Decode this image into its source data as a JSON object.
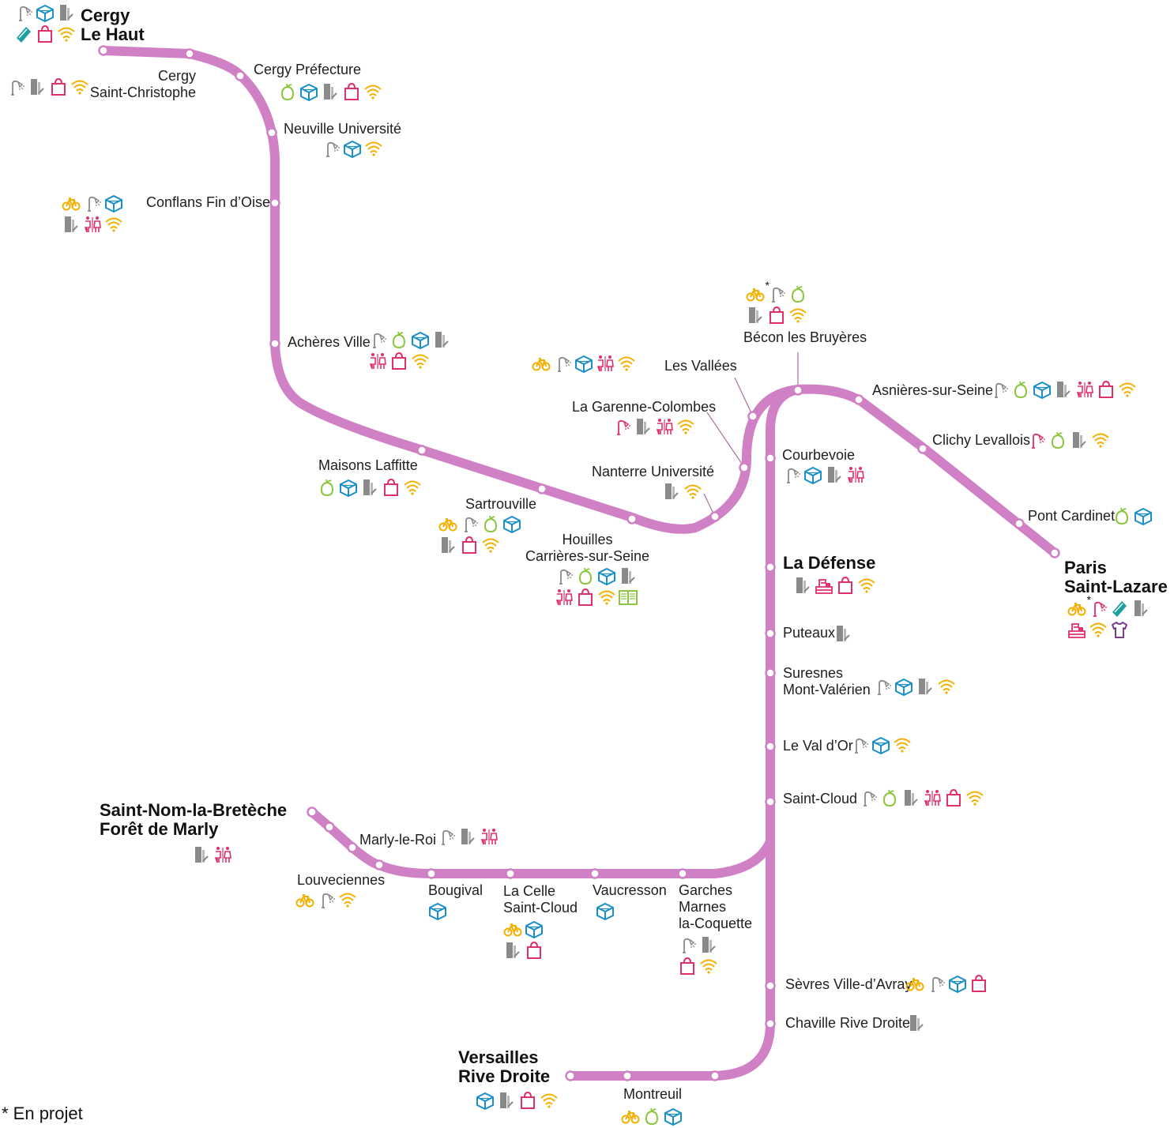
{
  "colors": {
    "line": "#d080c4",
    "bike": "#f4b000",
    "grey": "#8a8a8a",
    "blue": "#1a8fc8",
    "green": "#8cc63e",
    "pink": "#e0306a",
    "wifi": "#f4b000",
    "teal": "#1aa0a0",
    "purple": "#7a3d8c",
    "red": "#e0306a"
  },
  "footnote": "* En projet",
  "stations": [
    {
      "id": "cergy-le-haut",
      "name": "Cergy\nLe Haut",
      "major": true,
      "icons": [
        [
          "lamp",
          "box",
          "ticket"
        ],
        [
          "card",
          "bag",
          "wifi"
        ]
      ]
    },
    {
      "id": "cergy-saint-christophe",
      "name": "Cergy\nSaint-Christophe",
      "major": false,
      "icons": [
        [
          "lamp",
          "ticket",
          "bag",
          "wifi"
        ]
      ]
    },
    {
      "id": "cergy-prefecture",
      "name": "Cergy Préfecture",
      "major": false,
      "icons": [
        [
          "veg",
          "box",
          "ticket",
          "bag",
          "wifi"
        ]
      ]
    },
    {
      "id": "neuville-universite",
      "name": "Neuville Université",
      "major": false,
      "icons": [
        [
          "lamp",
          "box",
          "wifi"
        ]
      ]
    },
    {
      "id": "conflans-fin-d-oise",
      "name": "Conflans Fin d’Oise",
      "major": false,
      "icons": [
        [
          "bike",
          "lamp",
          "box"
        ],
        [
          "ticket",
          "wc",
          "wifi"
        ]
      ]
    },
    {
      "id": "acheres-ville",
      "name": "Achères Ville",
      "major": false,
      "icons": [
        [
          "lamp",
          "veg",
          "box",
          "ticket"
        ],
        [
          "wc",
          "bag",
          "wifi"
        ]
      ]
    },
    {
      "id": "maisons-laffitte",
      "name": "Maisons Laffitte",
      "major": false,
      "icons": [
        [
          "veg",
          "box",
          "ticket",
          "bag",
          "wifi"
        ]
      ]
    },
    {
      "id": "sartrouville",
      "name": "Sartrouville",
      "major": false,
      "icons": [
        [
          "bike",
          "lamp",
          "veg",
          "box"
        ],
        [
          "ticket",
          "bag",
          "wifi"
        ]
      ]
    },
    {
      "id": "houilles-carrieres",
      "name": "Houilles\nCarrières-sur-Seine",
      "major": false,
      "icons": [
        [
          "lamp",
          "veg",
          "box",
          "ticket"
        ],
        [
          "wc",
          "bag",
          "wifi",
          "book"
        ]
      ]
    },
    {
      "id": "nanterre-universite",
      "name": "Nanterre Université",
      "major": false,
      "icons": [
        [
          "ticket",
          "wifi"
        ]
      ]
    },
    {
      "id": "la-garenne-colombes",
      "name": "La Garenne-Colombes",
      "major": false,
      "icons": [
        [
          "lamp-red",
          "ticket",
          "wc",
          "wifi"
        ]
      ]
    },
    {
      "id": "les-vallees",
      "name": "Les Vallées",
      "major": false,
      "icons": [
        [
          "bike",
          "lamp",
          "box",
          "wc",
          "wifi"
        ]
      ]
    },
    {
      "id": "becon-les-bruyeres",
      "name": "Bécon les Bruyères",
      "major": false,
      "icons": [
        [
          "bike*",
          "lamp",
          "veg"
        ],
        [
          "ticket",
          "bag",
          "wifi"
        ]
      ]
    },
    {
      "id": "asnieres-sur-seine",
      "name": "Asnières-sur-Seine",
      "major": false,
      "icons": [
        [
          "lamp",
          "veg",
          "box",
          "ticket",
          "wc",
          "bag",
          "wifi"
        ]
      ]
    },
    {
      "id": "clichy-levallois",
      "name": "Clichy Levallois",
      "major": false,
      "icons": [
        [
          "lamp-red",
          "veg",
          "ticket",
          "wifi"
        ]
      ]
    },
    {
      "id": "pont-cardinet",
      "name": "Pont Cardinet",
      "major": false,
      "icons": [
        [
          "veg",
          "box"
        ]
      ]
    },
    {
      "id": "paris-saint-lazare",
      "name": "Paris\nSaint-Lazare",
      "major": true,
      "icons": [
        [
          "bike*",
          "lamp-red",
          "card",
          "ticket"
        ],
        [
          "shop",
          "wifi",
          "shirt"
        ]
      ]
    },
    {
      "id": "courbevoie",
      "name": "Courbevoie",
      "major": false,
      "icons": [
        [
          "lamp",
          "box",
          "ticket",
          "wc"
        ]
      ]
    },
    {
      "id": "la-defense",
      "name": "La Défense",
      "major": true,
      "icons": [
        [
          "ticket",
          "shop",
          "bag",
          "wifi"
        ]
      ]
    },
    {
      "id": "puteaux",
      "name": "Puteaux",
      "major": false,
      "icons": [
        [
          "ticket"
        ]
      ]
    },
    {
      "id": "suresnes",
      "name": "Suresnes\nMont-Valérien",
      "major": false,
      "icons": [
        [
          "lamp",
          "box",
          "ticket",
          "wifi"
        ]
      ]
    },
    {
      "id": "le-val-d-or",
      "name": "Le Val d’Or",
      "major": false,
      "icons": [
        [
          "lamp",
          "box",
          "wifi"
        ]
      ]
    },
    {
      "id": "saint-cloud",
      "name": "Saint-Cloud",
      "major": false,
      "icons": [
        [
          "lamp",
          "veg",
          "ticket",
          "wc",
          "bag",
          "wifi"
        ]
      ]
    },
    {
      "id": "saint-nom",
      "name": "Saint-Nom-la-Bretèche\nForêt de Marly",
      "major": true,
      "icons": [
        [
          "ticket",
          "wc"
        ]
      ]
    },
    {
      "id": "marly-le-roi",
      "name": "Marly-le-Roi",
      "major": false,
      "icons": [
        [
          "lamp",
          "ticket",
          "wc"
        ]
      ]
    },
    {
      "id": "louveciennes",
      "name": "Louveciennes",
      "major": false,
      "icons": [
        [
          "bike",
          "lamp",
          "wifi"
        ]
      ]
    },
    {
      "id": "bougival",
      "name": "Bougival",
      "major": false,
      "icons": [
        [
          "box"
        ]
      ]
    },
    {
      "id": "la-celle-saint-cloud",
      "name": "La Celle\nSaint-Cloud",
      "major": false,
      "icons": [
        [
          "bike",
          "box"
        ],
        [
          "ticket",
          "bag"
        ]
      ]
    },
    {
      "id": "vaucresson",
      "name": "Vaucresson",
      "major": false,
      "icons": [
        [
          "box"
        ]
      ]
    },
    {
      "id": "garches",
      "name": "Garches\nMarnes\nla-Coquette",
      "major": false,
      "icons": [
        [
          "lamp",
          "ticket"
        ],
        [
          "bag",
          "wifi"
        ]
      ]
    },
    {
      "id": "sevres-ville-d-avray",
      "name": "Sèvres Ville-d’Avray",
      "major": false,
      "icons": [
        [
          "bike",
          "lamp",
          "box",
          "bag"
        ]
      ]
    },
    {
      "id": "chaville-rive-droite",
      "name": "Chaville Rive Droite",
      "major": false,
      "icons": [
        [
          "ticket"
        ]
      ]
    },
    {
      "id": "versailles-rive-droite",
      "name": "Versailles\nRive Droite",
      "major": true,
      "icons": [
        [
          "box",
          "ticket",
          "bag",
          "wifi"
        ]
      ]
    },
    {
      "id": "montreuil",
      "name": "Montreuil",
      "major": false,
      "icons": [
        [
          "bike",
          "veg",
          "box"
        ]
      ]
    }
  ]
}
